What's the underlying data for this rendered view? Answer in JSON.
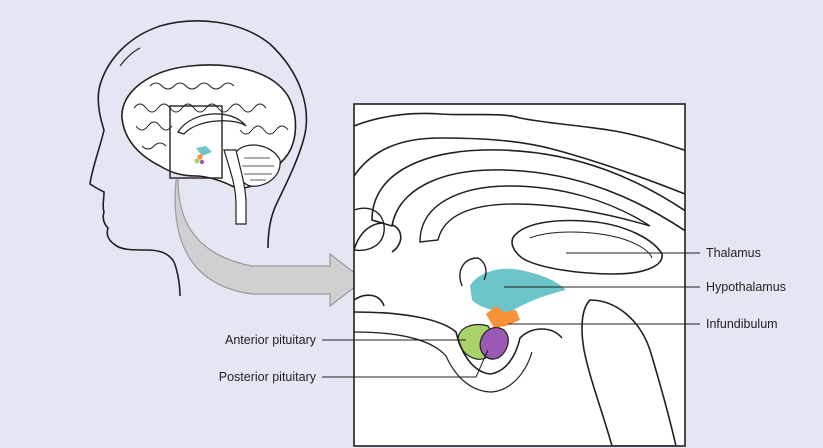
{
  "labels": {
    "thalamus": "Thalamus",
    "hypothalamus": "Hypothalamus",
    "infundibulum": "Infundibulum",
    "anterior_pituitary": "Anterior pituitary",
    "posterior_pituitary": "Posterior pituitary"
  },
  "colors": {
    "background": "#e4e7f3",
    "hypothalamus": "#6cc5c8",
    "infundibulum": "#f7923a",
    "anterior_pituitary": "#a8d26a",
    "posterior_pituitary": "#9b59b6",
    "arrow": "#d0d0d0"
  }
}
